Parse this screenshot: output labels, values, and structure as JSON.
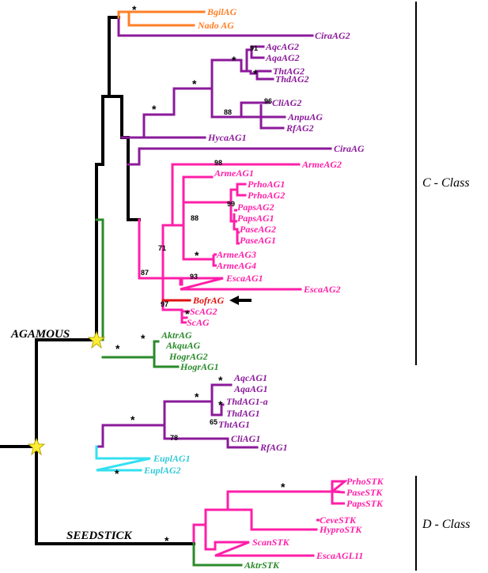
{
  "colors": {
    "black": "#000000",
    "orange": "#ff7f27",
    "purple": "#8b1a9a",
    "pink": "#ff1fa8",
    "green": "#2a8a2a",
    "cyan": "#33e0f0",
    "red": "#e01010",
    "star": "#ffee33"
  },
  "leaves": {
    "BgilAG": "BgilAG",
    "NadoAG": "Nado AG",
    "CiraAG2": "CiraAG2",
    "AqcAG2": "AqcAG2",
    "AqaAG2": "AqaAG2",
    "ThtAG2": "ThtAG2",
    "ThdAG2": "ThdAG2",
    "CliAG2": "CliAG2",
    "AnpuAG": "AnpuAG",
    "RfAG2": "RfAG2",
    "HycaAG1": "HycaAG1",
    "CiraAG": "CiraAG",
    "ArmeAG2": "ArmeAG2",
    "ArmeAG1": "ArmeAG1",
    "PrhoAG1": "PrhoAG1",
    "PrhoAG2": "PrhoAG2",
    "PapsAG2": "PapsAG2",
    "PapsAG1": "PapsAG1",
    "PaseAG2": "PaseAG2",
    "PaseAG1": "PaseAG1",
    "ArmeAG3": "ArmeAG3",
    "ArmeAG4": "ArmeAG4",
    "EscaAG1": "EscaAG1",
    "EscaAG2": "EscaAG2",
    "BofrAG": "BofrAG",
    "ScAG2": "ScAG2",
    "ScAG": "ScAG",
    "AktrAG": "AktrAG",
    "AkquAG": "AkquAG",
    "HogrAG2": "HogrAG2",
    "HogrAG1": "HogrAG1",
    "AqcAG1": "AqcAG1",
    "AqaAG1": "AqaAG1",
    "ThdAG1a": "ThdAG1-a",
    "ThdAG1": "ThdAG1",
    "ThtAG1": "ThtAG1",
    "CliAG1": "CliAG1",
    "RfAG1": "RfAG1",
    "EuplAG1": "EuplAG1",
    "EuplAG2": "EuplAG2",
    "PrhoSTK": "PrhoSTK",
    "PaseSTK": "PaseSTK",
    "PapsSTK": "PapsSTK",
    "CeveSTK": "CeveSTK",
    "HyproSTK": "HyproSTK",
    "ScanSTK": "ScanSTK",
    "EscaAGL11": "EscaAGL11",
    "AktrSTK": "AktrSTK"
  },
  "support": {
    "s91": "91",
    "s96": "96",
    "s88a": "88",
    "s98": "98",
    "s99": "99",
    "s88b": "88",
    "s71": "71",
    "s87": "87",
    "s93": "93",
    "s97": "97",
    "s65": "65",
    "s78": "78",
    "star": "*"
  },
  "labels": {
    "agamous": "AGAMOUS",
    "seedstick": "SEEDSTICK",
    "c_class": "C - Class",
    "d_class": "D - Class"
  }
}
